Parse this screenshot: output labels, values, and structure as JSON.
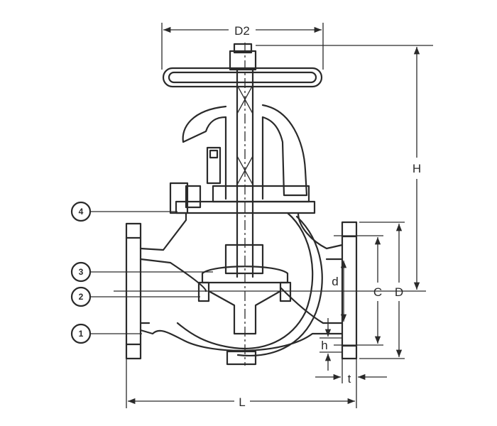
{
  "drawing": {
    "dimensions": {
      "D2": "D2",
      "H": "H",
      "d": "d",
      "C": "C",
      "D": "D",
      "h": "h",
      "t": "t",
      "L": "L"
    },
    "callouts": [
      "1",
      "2",
      "3",
      "4"
    ]
  }
}
